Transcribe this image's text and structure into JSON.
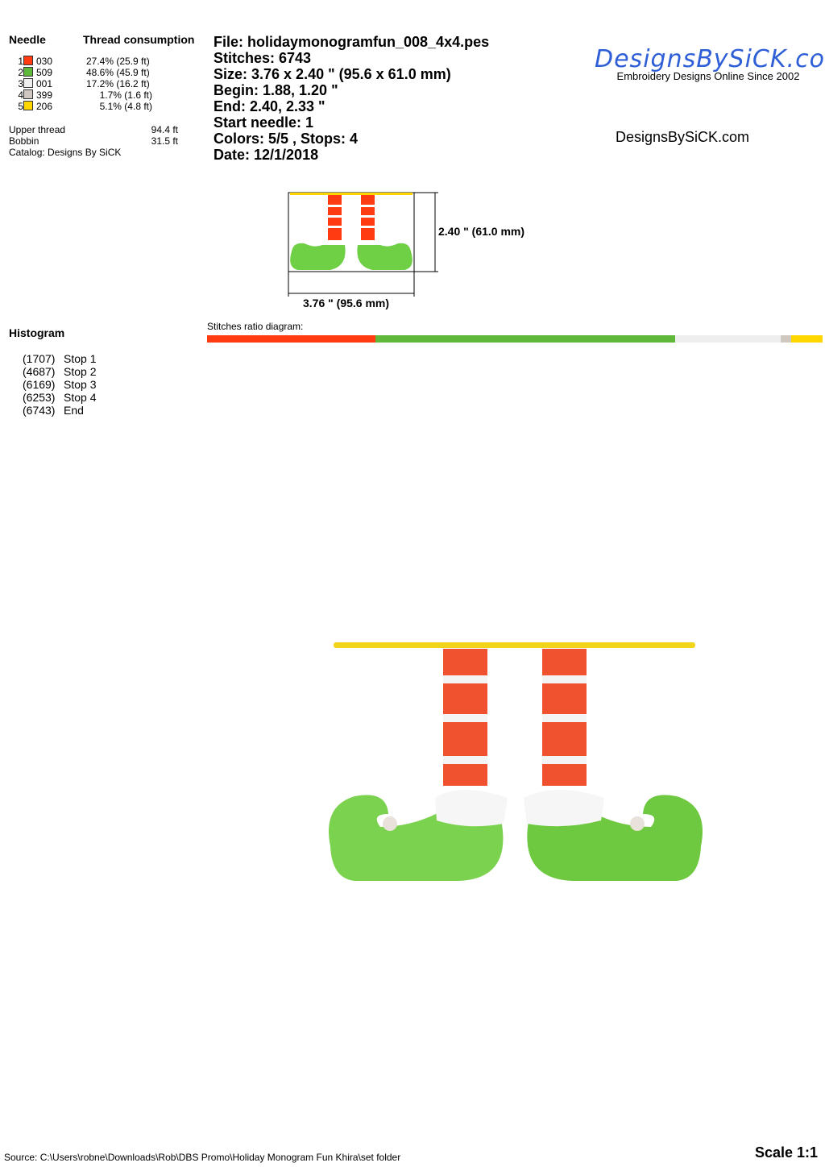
{
  "needle_header": "Needle",
  "thread_header": "Thread consumption",
  "threads": [
    {
      "n": "1",
      "code": "030",
      "usage": "27.4% (25.9 ft)",
      "color": "#ff3b12",
      "pct": 27.4
    },
    {
      "n": "2",
      "code": "509",
      "usage": "48.6% (45.9 ft)",
      "color": "#5fb83a",
      "pct": 48.6
    },
    {
      "n": "3",
      "code": "001",
      "usage": "17.2% (16.2 ft)",
      "color": "#eeeeee",
      "pct": 17.2
    },
    {
      "n": "4",
      "code": "399",
      "usage": "1.7% (1.6 ft)",
      "color": "#cfc8c0",
      "pct": 1.7
    },
    {
      "n": "5",
      "code": "206",
      "usage": "5.1% (4.8 ft)",
      "color": "#ffd700",
      "pct": 5.1
    }
  ],
  "upper_label": "Upper thread",
  "upper_value": "94.4 ft",
  "bobbin_label": "Bobbin",
  "bobbin_value": "31.5 ft",
  "catalog": "Catalog: Designs By SiCK",
  "info": [
    "File: holidaymonogramfun_008_4x4.pes",
    "Stitches: 6743",
    "Size: 3.76 x 2.40 \" (95.6 x 61.0 mm)",
    "Begin: 1.88, 1.20 \"",
    "End: 2.40, 2.33 \"",
    "Start needle: 1",
    "Colors: 5/5 , Stops: 4",
    "Date: 12/1/2018"
  ],
  "logo_text": "DesignsBySiCK.com",
  "logo_tagline": "Embroidery Designs Online Since 2002",
  "site": "DesignsBySiCK.com",
  "height_dim": "2.40 \" (61.0 mm)",
  "width_dim": "3.76 \" (95.6 mm)",
  "histogram_title": "Histogram",
  "stops": [
    {
      "count": "(1707)",
      "label": "Stop 1"
    },
    {
      "count": "(4687)",
      "label": "Stop 2"
    },
    {
      "count": "(6169)",
      "label": "Stop 3"
    },
    {
      "count": "(6253)",
      "label": "Stop 4"
    },
    {
      "count": "(6743)",
      "label": "End"
    }
  ],
  "ratio_title": "Stitches ratio diagram:",
  "source": "Source: C:\\Users\\robne\\Downloads\\Rob\\DBS Promo\\Holiday Monogram Fun Khira\\set folder",
  "scale": "Scale 1:1"
}
